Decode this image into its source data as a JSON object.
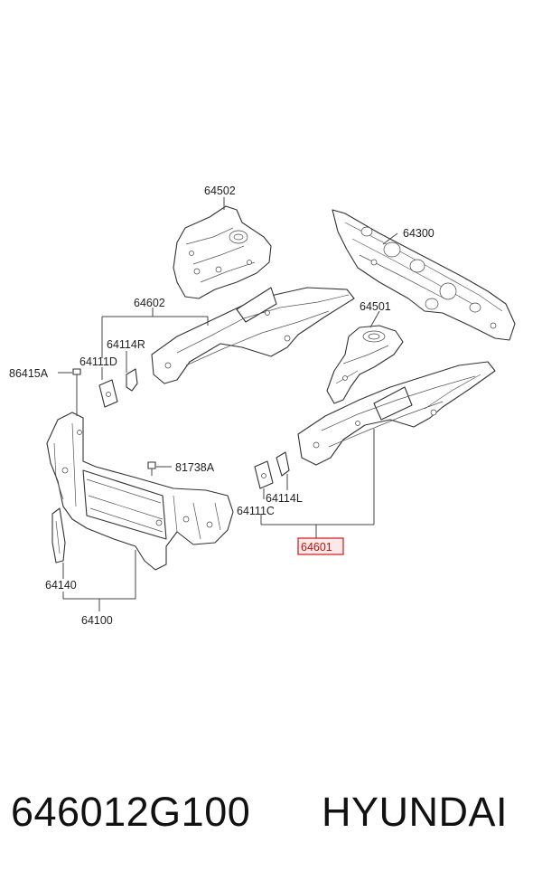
{
  "diagram": {
    "labels": {
      "p64502": "64502",
      "p64300": "64300",
      "p64602": "64602",
      "p64501": "64501",
      "p64114R": "64114R",
      "p64111D": "64111D",
      "p86415A": "86415A",
      "p81738A": "81738A",
      "p64114L": "64114L",
      "p64111C": "64111C",
      "p64601": "64601",
      "p64140": "64140",
      "p64100": "64100"
    },
    "highlight_color": "#d01818"
  },
  "footer": {
    "part_number": "646012G100",
    "brand": "HYUNDAI"
  }
}
